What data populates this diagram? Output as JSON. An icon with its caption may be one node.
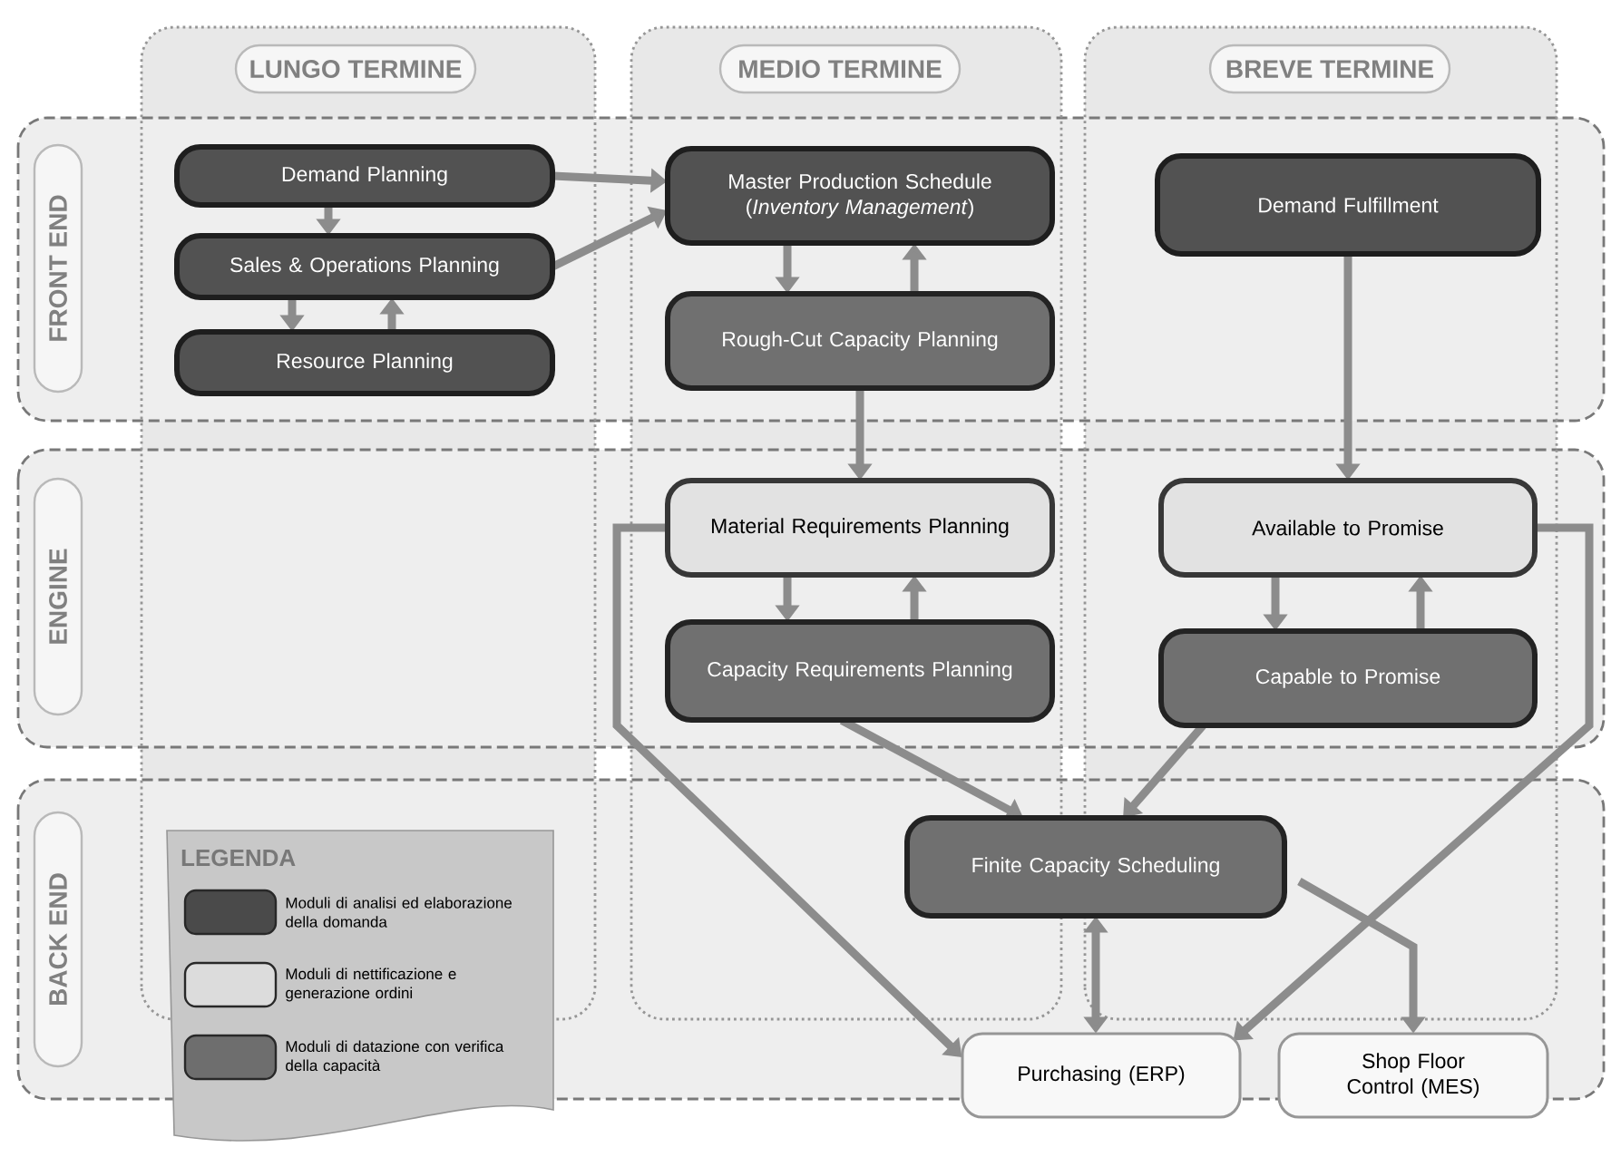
{
  "diagram": {
    "nodes": [
      {
        "text": [
          "LUNGO TERMINE"
        ]
      },
      {
        "text": [
          "MEDIO TERMINE"
        ]
      },
      {
        "text": [
          "BREVE TERMINE"
        ]
      },
      {
        "text": [
          "FRONT END"
        ]
      },
      {
        "text": [
          "ENGINE"
        ]
      },
      {
        "text": [
          "BACK END"
        ]
      },
      {
        "text": [
          "Demand Planning"
        ]
      },
      {
        "text": [
          "Master Production Schedule (*Inventory Management*)"
        ]
      },
      {
        "text": [
          "Demand Fulfillment"
        ]
      },
      {
        "text": [
          "Sales & Operations Planning"
        ]
      },
      {
        "text": [
          "Rough-Cut Capacity Planning"
        ]
      },
      {
        "text": [
          "Resource Planning"
        ]
      },
      {
        "text": [
          "Material Requirements Planning"
        ]
      },
      {
        "text": [
          "Available to Promise"
        ]
      },
      {
        "text": [
          "Capacity Requirements Planning"
        ]
      },
      {
        "text": [
          "Capable to Promise"
        ]
      },
      {
        "text": [
          "Finite Capacity Scheduling"
        ]
      },
      {
        "text": [
          "Purchasing (ERP)"
        ]
      },
      {
        "text": [
          "Shop Floor Control (MES)"
        ]
      }
    ],
    "edges": [
      {
        "from": 6,
        "to": 7,
        "arrow": "to"
      },
      {
        "from": 9,
        "to": 7,
        "arrow": "to"
      },
      {
        "from": 6,
        "to": 9,
        "arrow": "to"
      },
      {
        "from": 9,
        "to": 11,
        "arrow": "to"
      },
      {
        "from": 11,
        "to": 9,
        "arrow": "to"
      },
      {
        "from": 7,
        "to": 10,
        "arrow": "to"
      },
      {
        "from": 10,
        "to": 7,
        "arrow": "to"
      },
      {
        "from": 10,
        "to": 12,
        "arrow": "to"
      },
      {
        "from": 8,
        "to": 13,
        "arrow": "to"
      },
      {
        "from": 12,
        "to": 14,
        "arrow": "to"
      },
      {
        "from": 14,
        "to": 12,
        "arrow": "to"
      },
      {
        "from": 13,
        "to": 15,
        "arrow": "to"
      },
      {
        "from": 15,
        "to": 13,
        "arrow": "to"
      },
      {
        "from": 14,
        "to": 16,
        "arrow": "to"
      },
      {
        "from": 15,
        "to": 16,
        "arrow": "to"
      },
      {
        "from": 16,
        "to": 17,
        "arrow": "both"
      },
      {
        "from": 12,
        "to": 17,
        "arrow": "to"
      },
      {
        "from": 13,
        "to": 17,
        "arrow": "to"
      },
      {
        "from": 16,
        "to": 18,
        "arrow": "to"
      }
    ],
    "labels": [
      "LEGENDA"
    ],
    "legend": [
      {
        "text": "Moduli di analisi ed elaborazione della domanda",
        "color": "#4a4a4a"
      },
      {
        "text": "Moduli di nettificazione e generazione ordini",
        "color": "#dcdcdc"
      },
      {
        "text": "Moduli di datazione con verifica della capacità",
        "color": "#6e6e6e"
      }
    ]
  }
}
